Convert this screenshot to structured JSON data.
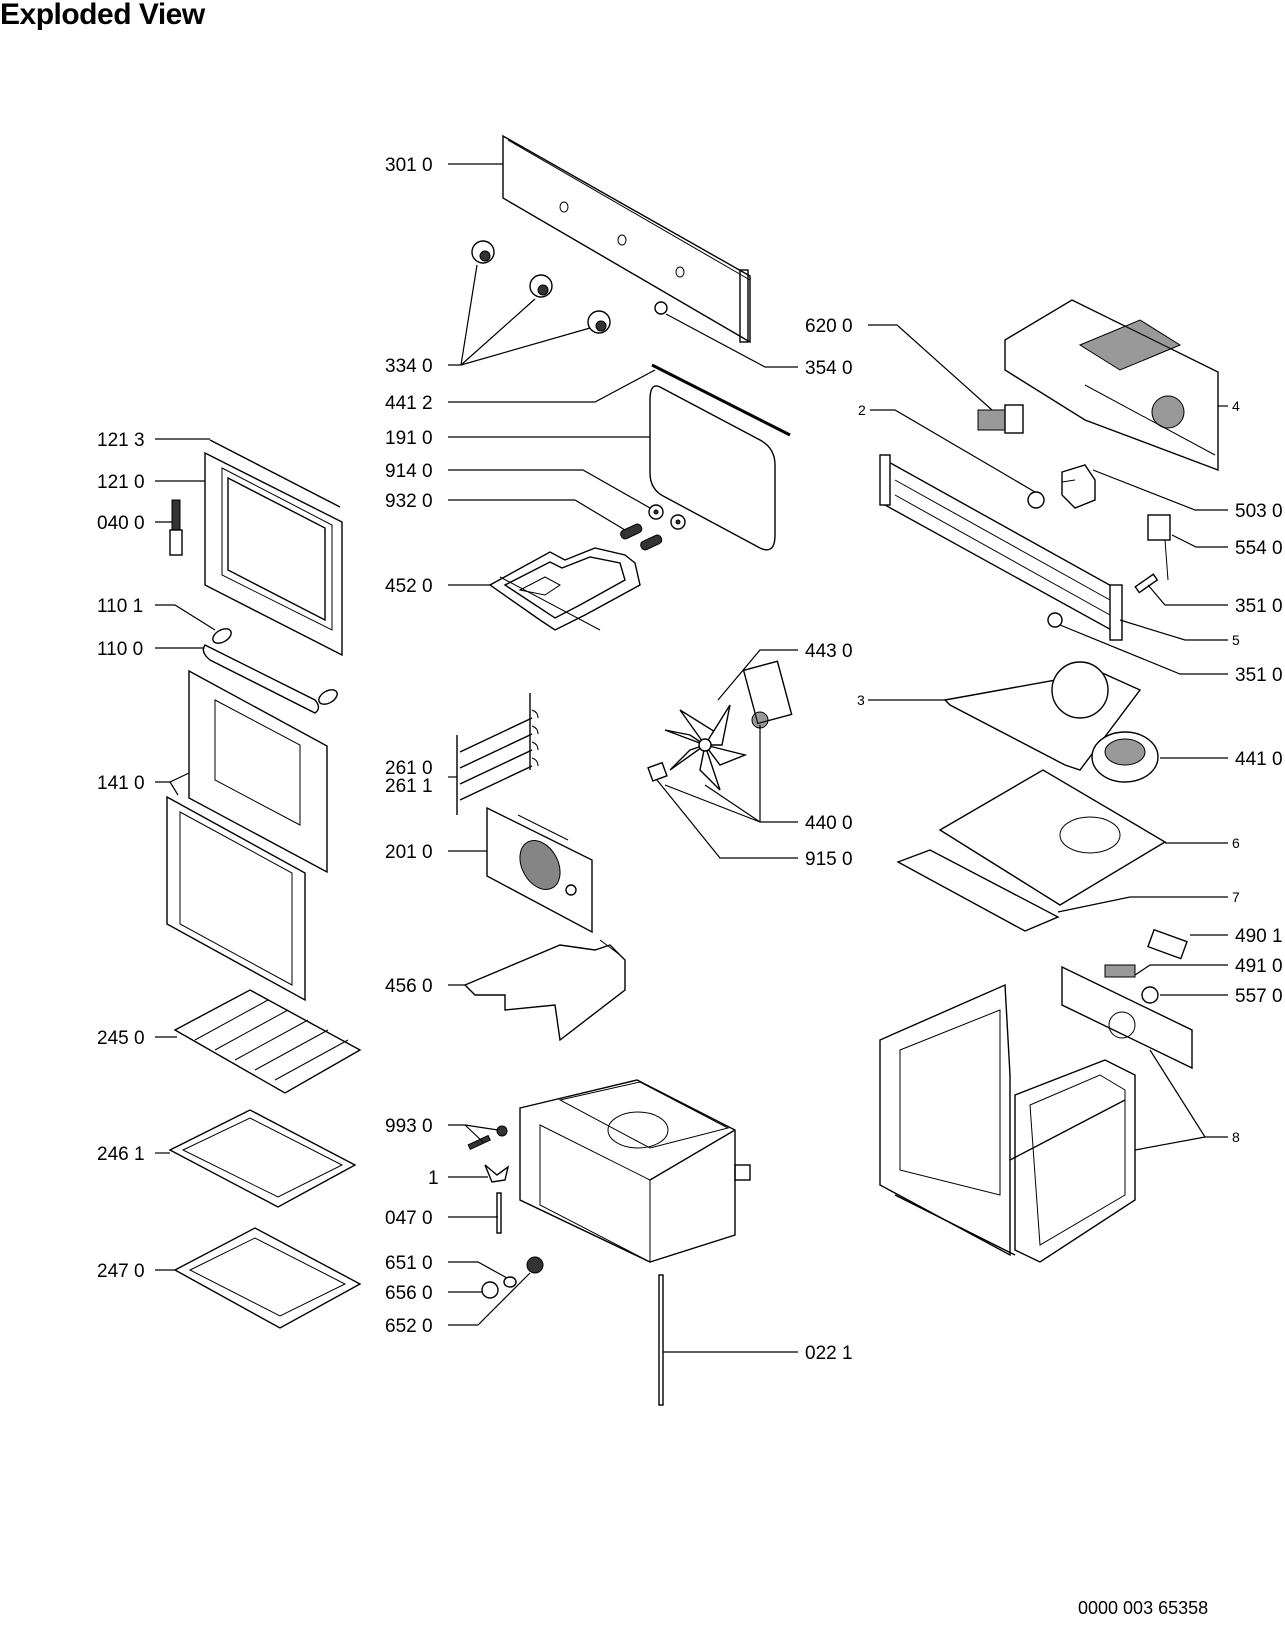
{
  "title": "Exploded View",
  "document_number": "0000 003 65358",
  "labels": {
    "p3010": "301 0",
    "p3340": "334 0",
    "p3540": "354 0",
    "p4412": "441 2",
    "p1910": "191 0",
    "p9140": "914 0",
    "p9320": "932 0",
    "p4520": "452 0",
    "p1213": "121 3",
    "p1210": "121 0",
    "p0400": "040 0",
    "p1101": "110 1",
    "p1100": "110 0",
    "p1410": "141 0",
    "p2610": "261 0",
    "p2611": "261 1",
    "p2010": "201 0",
    "p4560": "456 0",
    "p2450": "245 0",
    "p2461": "246 1",
    "p2470": "247 0",
    "p9930": "993 0",
    "p1": "1",
    "p0470": "047 0",
    "p6510": "651 0",
    "p6560": "656 0",
    "p6520": "652 0",
    "p0221": "022 1",
    "p6200": "620 0",
    "p2": "2",
    "p4": "4",
    "p5030": "503 0",
    "p5540": "554 0",
    "p3510a": "351 0",
    "p5": "5",
    "p3510b": "351 0",
    "p4430": "443 0",
    "p3": "3",
    "p4410": "441 0",
    "p4400": "440 0",
    "p9150": "915 0",
    "p6": "6",
    "p7": "7",
    "p4901": "490 1",
    "p4910": "491 0",
    "p5570": "557 0",
    "p8": "8"
  }
}
